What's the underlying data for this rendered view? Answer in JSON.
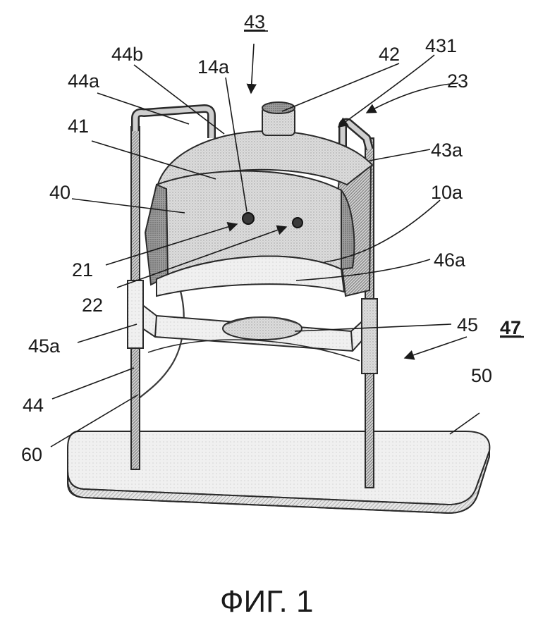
{
  "figure": {
    "caption": "ФИГ. 1",
    "labels": [
      {
        "id": "43",
        "text": "43",
        "style": "underline"
      },
      {
        "id": "44b",
        "text": "44b"
      },
      {
        "id": "14a",
        "text": "14a"
      },
      {
        "id": "42",
        "text": "42"
      },
      {
        "id": "431",
        "text": "431"
      },
      {
        "id": "44a",
        "text": "44a"
      },
      {
        "id": "23",
        "text": "23"
      },
      {
        "id": "41",
        "text": "41"
      },
      {
        "id": "43a",
        "text": "43a"
      },
      {
        "id": "40",
        "text": "40"
      },
      {
        "id": "10a",
        "text": "10a"
      },
      {
        "id": "21",
        "text": "21"
      },
      {
        "id": "46a",
        "text": "46a"
      },
      {
        "id": "22",
        "text": "22"
      },
      {
        "id": "45",
        "text": "45"
      },
      {
        "id": "45a",
        "text": "45a"
      },
      {
        "id": "47",
        "text": "47",
        "style": "bold-underline"
      },
      {
        "id": "50",
        "text": "50"
      },
      {
        "id": "44",
        "text": "44"
      },
      {
        "id": "60",
        "text": "60"
      }
    ]
  }
}
